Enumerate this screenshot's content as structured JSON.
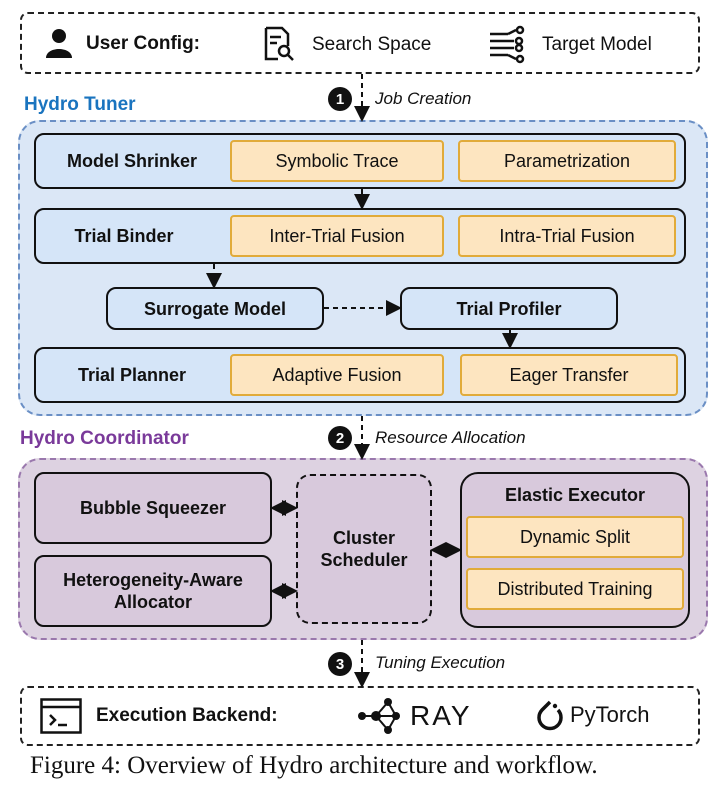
{
  "user_config": {
    "label": "User Config:",
    "search_space": "Search Space",
    "target_model": "Target Model"
  },
  "steps": [
    {
      "num": "1",
      "label": "Job Creation"
    },
    {
      "num": "2",
      "label": "Resource Allocation"
    },
    {
      "num": "3",
      "label": "Tuning Execution"
    }
  ],
  "tuner": {
    "title": "Hydro Tuner",
    "model_shrinker": {
      "label": "Model Shrinker",
      "items": [
        "Symbolic Trace",
        "Parametrization"
      ]
    },
    "trial_binder": {
      "label": "Trial Binder",
      "items": [
        "Inter-Trial Fusion",
        "Intra-Trial Fusion"
      ]
    },
    "surrogate_model": "Surrogate Model",
    "trial_profiler": "Trial Profiler",
    "trial_planner": {
      "label": "Trial Planner",
      "items": [
        "Adaptive Fusion",
        "Eager Transfer"
      ]
    }
  },
  "coordinator": {
    "title": "Hydro Coordinator",
    "bubble_squeezer": "Bubble Squeezer",
    "hetero_allocator": "Heterogeneity-Aware Allocator",
    "cluster_scheduler": "Cluster Scheduler",
    "elastic_executor": {
      "label": "Elastic Executor",
      "items": [
        "Dynamic Split",
        "Distributed Training"
      ]
    }
  },
  "backend": {
    "label": "Execution Backend:",
    "ray": "RAY",
    "pytorch": "PyTorch"
  },
  "caption": "Figure 4: Overview of Hydro architecture and workflow.",
  "colors": {
    "tuner_title": "#1a74bf",
    "coord_title": "#7a3a9a",
    "tuner_fill": "#dbe7f6",
    "coord_fill": "#ddd2e1",
    "pill_fill": "#fde5c0",
    "pill_border": "#e1ab3a"
  }
}
